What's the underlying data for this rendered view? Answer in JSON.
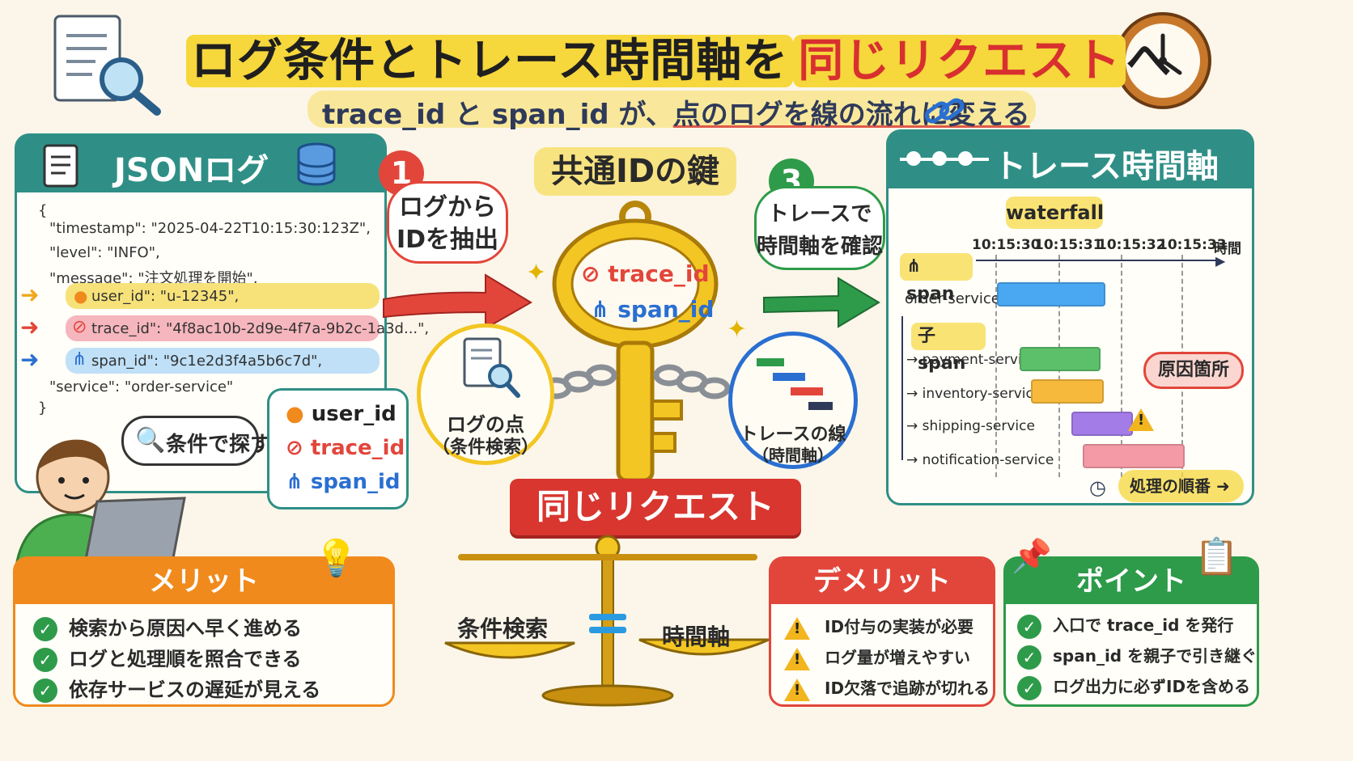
{
  "header": {
    "title_part1": "ログ条件とトレース時間軸を",
    "title_part2": "同じリクエスト",
    "title_part3": "へ",
    "subtitle_part1": "trace_id と span_id が、",
    "subtitle_part2": "点のログを線の流れに変える"
  },
  "json_panel": {
    "title": "JSONログ",
    "lines": {
      "open": "{",
      "timestamp": "\"timestamp\": \"2025-04-22T10:15:30:123Z\",",
      "level": "\"level\": \"INFO\",",
      "message": "\"message\": \"注文処理を開始\",",
      "user_id": "user_id\": \"u-12345\",",
      "trace_id": "trace_id\": \"4f8ac10b-2d9e-4f7a-9b2c-1a3d...\",",
      "span_id": "span_id\": \"9c1e2d3f4a5b6c7d\",",
      "service": "\"service\": \"order-service\"",
      "close": "}"
    }
  },
  "search_bubble": "条件で探す",
  "id_list": [
    "user_id",
    "trace_id",
    "span_id"
  ],
  "steps": {
    "step1_num": "1",
    "step1_text_a": "ログから",
    "step1_text_b": "IDを抽出",
    "step3_num": "3",
    "step3_text_a": "トレースで",
    "step3_text_b": "時間軸を確認"
  },
  "key": {
    "title": "共通IDの鍵",
    "trace_label": "trace_id",
    "span_label": "span_id"
  },
  "log_point": {
    "line1": "ログの点",
    "line2": "（条件検索）"
  },
  "trace_line": {
    "line1": "トレースの線",
    "line2": "（時間軸）"
  },
  "ribbon": "同じリクエスト",
  "balance": {
    "left": "条件検索",
    "right": "時間軸"
  },
  "trace_panel": {
    "title": "トレース時間軸",
    "badge": "waterfall",
    "ticks": [
      "10:15:30",
      "10:15:31",
      "10:15:32",
      "10:15:33"
    ],
    "time_label": "時間",
    "span_label": "span",
    "child_span_label": "子 span",
    "services": [
      "order-service",
      "payment-service",
      "inventory-service",
      "shipping-service",
      "notification-service"
    ],
    "cause_label": "原因箇所",
    "order_label": "処理の順番"
  },
  "merit": {
    "title": "メリット",
    "items": [
      "検索から原因へ早く進める",
      "ログと処理順を照合できる",
      "依存サービスの遅延が見える"
    ]
  },
  "demerit": {
    "title": "デメリット",
    "items": [
      "ID付与の実装が必要",
      "ログ量が増えやすい",
      "ID欠落で追跡が切れる"
    ]
  },
  "point": {
    "title": "ポイント",
    "items": [
      "入口で trace_id を発行",
      "span_id を親子で引き継ぐ",
      "ログ出力に必ずIDを含める"
    ]
  },
  "colors": {
    "teal": "#2f8f86",
    "red": "#d8302f",
    "yellow": "#f6d73c",
    "green": "#2e9b4a",
    "blue": "#2a6fd1",
    "orange": "#f08a1c"
  }
}
